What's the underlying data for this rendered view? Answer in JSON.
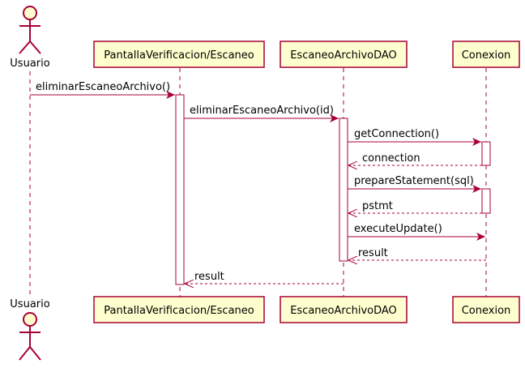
{
  "colors": {
    "participant_fill": "#FEFECE",
    "participant_stroke": "#A80036",
    "lifeline": "#A80036",
    "arrow": "#A80036",
    "activation_fill": "#FFFFFF",
    "text": "#000000"
  },
  "participants": {
    "actor": {
      "label": "Usuario",
      "icon": "actor-stick-figure-icon"
    },
    "screen": {
      "label": "PantallaVerificacion/Escaneo"
    },
    "dao": {
      "label": "EscaneoArchivoDAO"
    },
    "conn": {
      "label": "Conexion"
    }
  },
  "messages": [
    {
      "from": "Usuario",
      "to": "PantallaVerificacion/Escaneo",
      "label": "eliminarEscaneoArchivo()",
      "kind": "call"
    },
    {
      "from": "PantallaVerificacion/Escaneo",
      "to": "EscaneoArchivoDAO",
      "label": "eliminarEscaneoArchivo(id)",
      "kind": "call"
    },
    {
      "from": "EscaneoArchivoDAO",
      "to": "Conexion",
      "label": "getConnection()",
      "kind": "call"
    },
    {
      "from": "Conexion",
      "to": "EscaneoArchivoDAO",
      "label": "connection",
      "kind": "return"
    },
    {
      "from": "EscaneoArchivoDAO",
      "to": "Conexion",
      "label": "prepareStatement(sql)",
      "kind": "call"
    },
    {
      "from": "Conexion",
      "to": "EscaneoArchivoDAO",
      "label": "pstmt",
      "kind": "return"
    },
    {
      "from": "EscaneoArchivoDAO",
      "to": "Conexion",
      "label": "executeUpdate()",
      "kind": "call"
    },
    {
      "from": "Conexion",
      "to": "EscaneoArchivoDAO",
      "label": "result",
      "kind": "return"
    },
    {
      "from": "EscaneoArchivoDAO",
      "to": "PantallaVerificacion/Escaneo",
      "label": "result",
      "kind": "return"
    }
  ]
}
